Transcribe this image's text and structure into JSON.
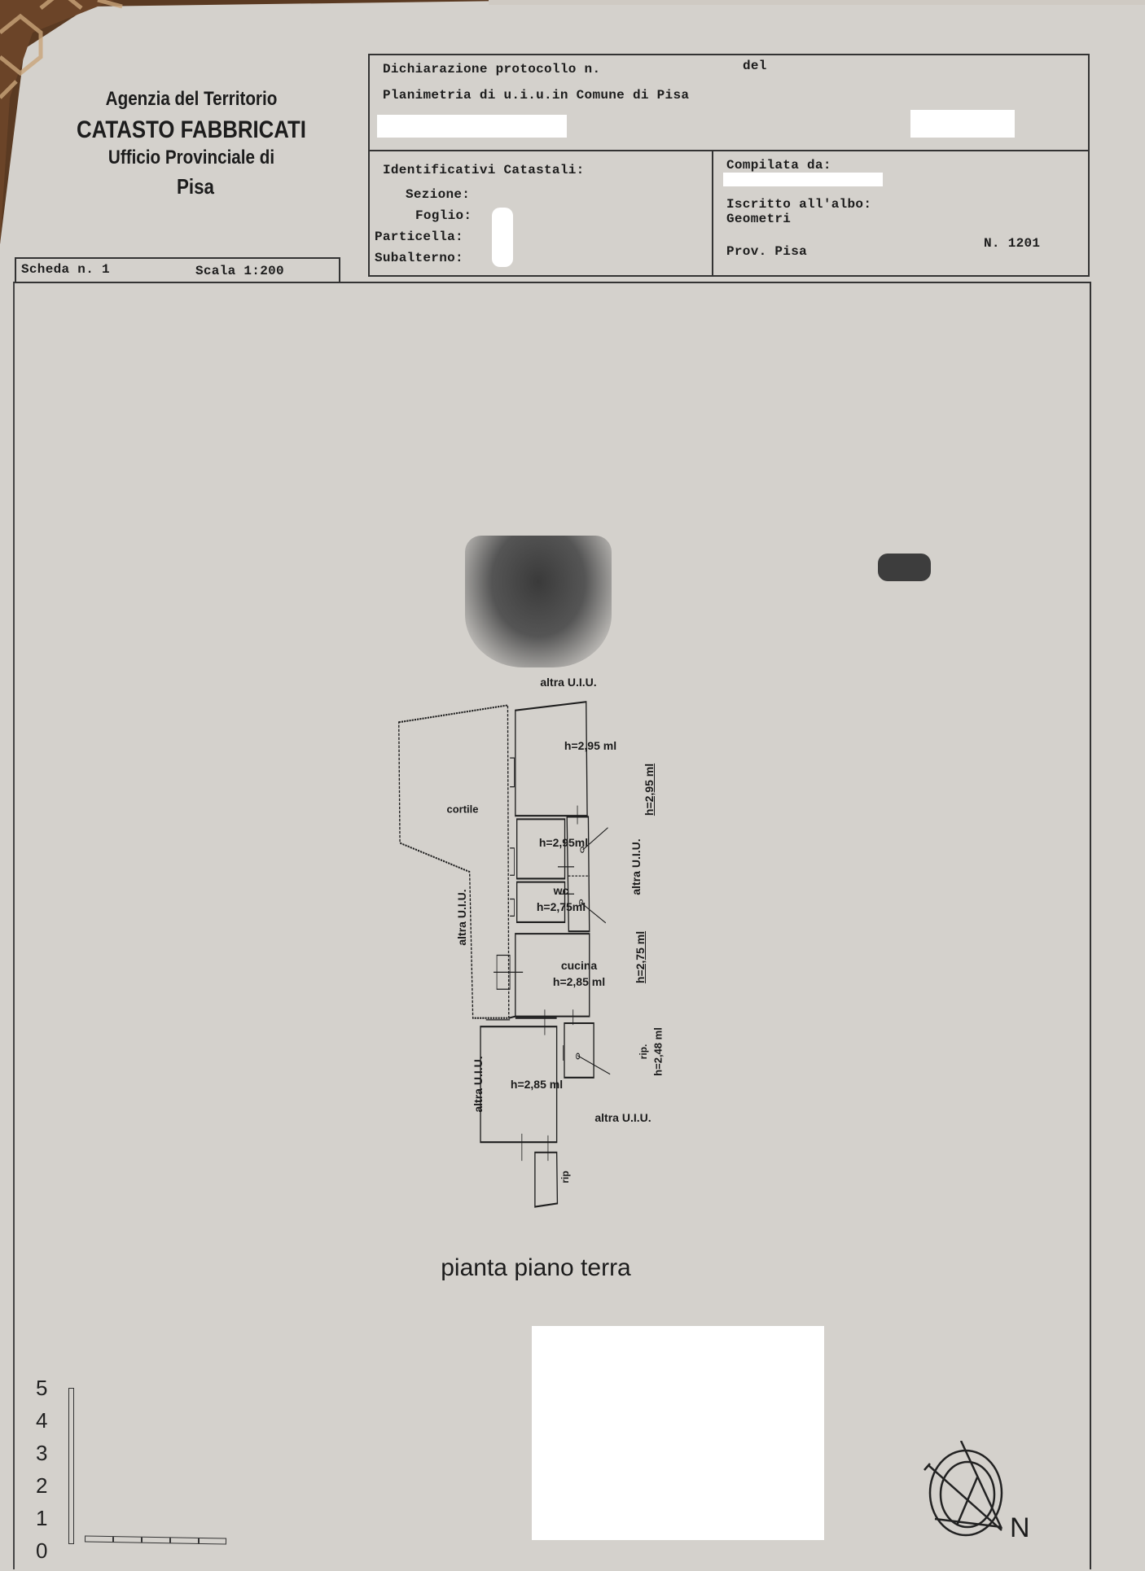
{
  "header_left": {
    "agency": "Agenzia del Territorio",
    "office": "CATASTO FABBRICATI",
    "provincial_office": "Ufficio Provinciale di",
    "city": "Pisa"
  },
  "sheet": {
    "scheda": "Scheda n. 1",
    "scala": "Scala 1:200"
  },
  "header_box": {
    "protocol": "Dichiarazione protocollo n.",
    "del": "del",
    "planimetria": "Planimetria di u.i.u.in Comune di Pisa",
    "identificativi": "Identificativi Catastali:",
    "sezione": "Sezione:",
    "foglio": "Foglio:",
    "particella": "Particella:",
    "subalterno": "Subalterno:",
    "compilata": "Compilata da:",
    "iscritto": "Iscritto all'albo:",
    "albo": "Geometri",
    "prov": "Prov. Pisa",
    "numero": "N. 1201"
  },
  "plan": {
    "title": "pianta piano terra",
    "labels": {
      "altra_top": "altra U.I.U.",
      "room1_h": "h=2,95 ml",
      "cortile": "cortile",
      "room2_h": "h=2,95ml",
      "wc": "wc",
      "wc_h": "h=2,75ml",
      "cucina": "cucina",
      "cucina_h": "h=2,85 ml",
      "room_lower_h": "h=2,85 ml",
      "altra_right_bottom": "altra U.I.U.",
      "altra_left": "altra U.I.U.",
      "altra_left_lower": "altra U.I.U.",
      "altra_right": "altra U.I.U.",
      "corridor_h1": "h=2,95 ml",
      "corridor_h2": "h=2,75 ml",
      "rip": "rip.",
      "rip_h": "h=2,48 ml",
      "rip_small": "rip"
    }
  },
  "scale_bar": {
    "vertical_ticks": [
      "5",
      "4",
      "3",
      "2",
      "1",
      "0"
    ]
  },
  "compass": {
    "north": "N"
  },
  "colors": {
    "paper": "#d4d1cc",
    "ink": "#1c1c1c",
    "redaction": "#ffffff"
  }
}
